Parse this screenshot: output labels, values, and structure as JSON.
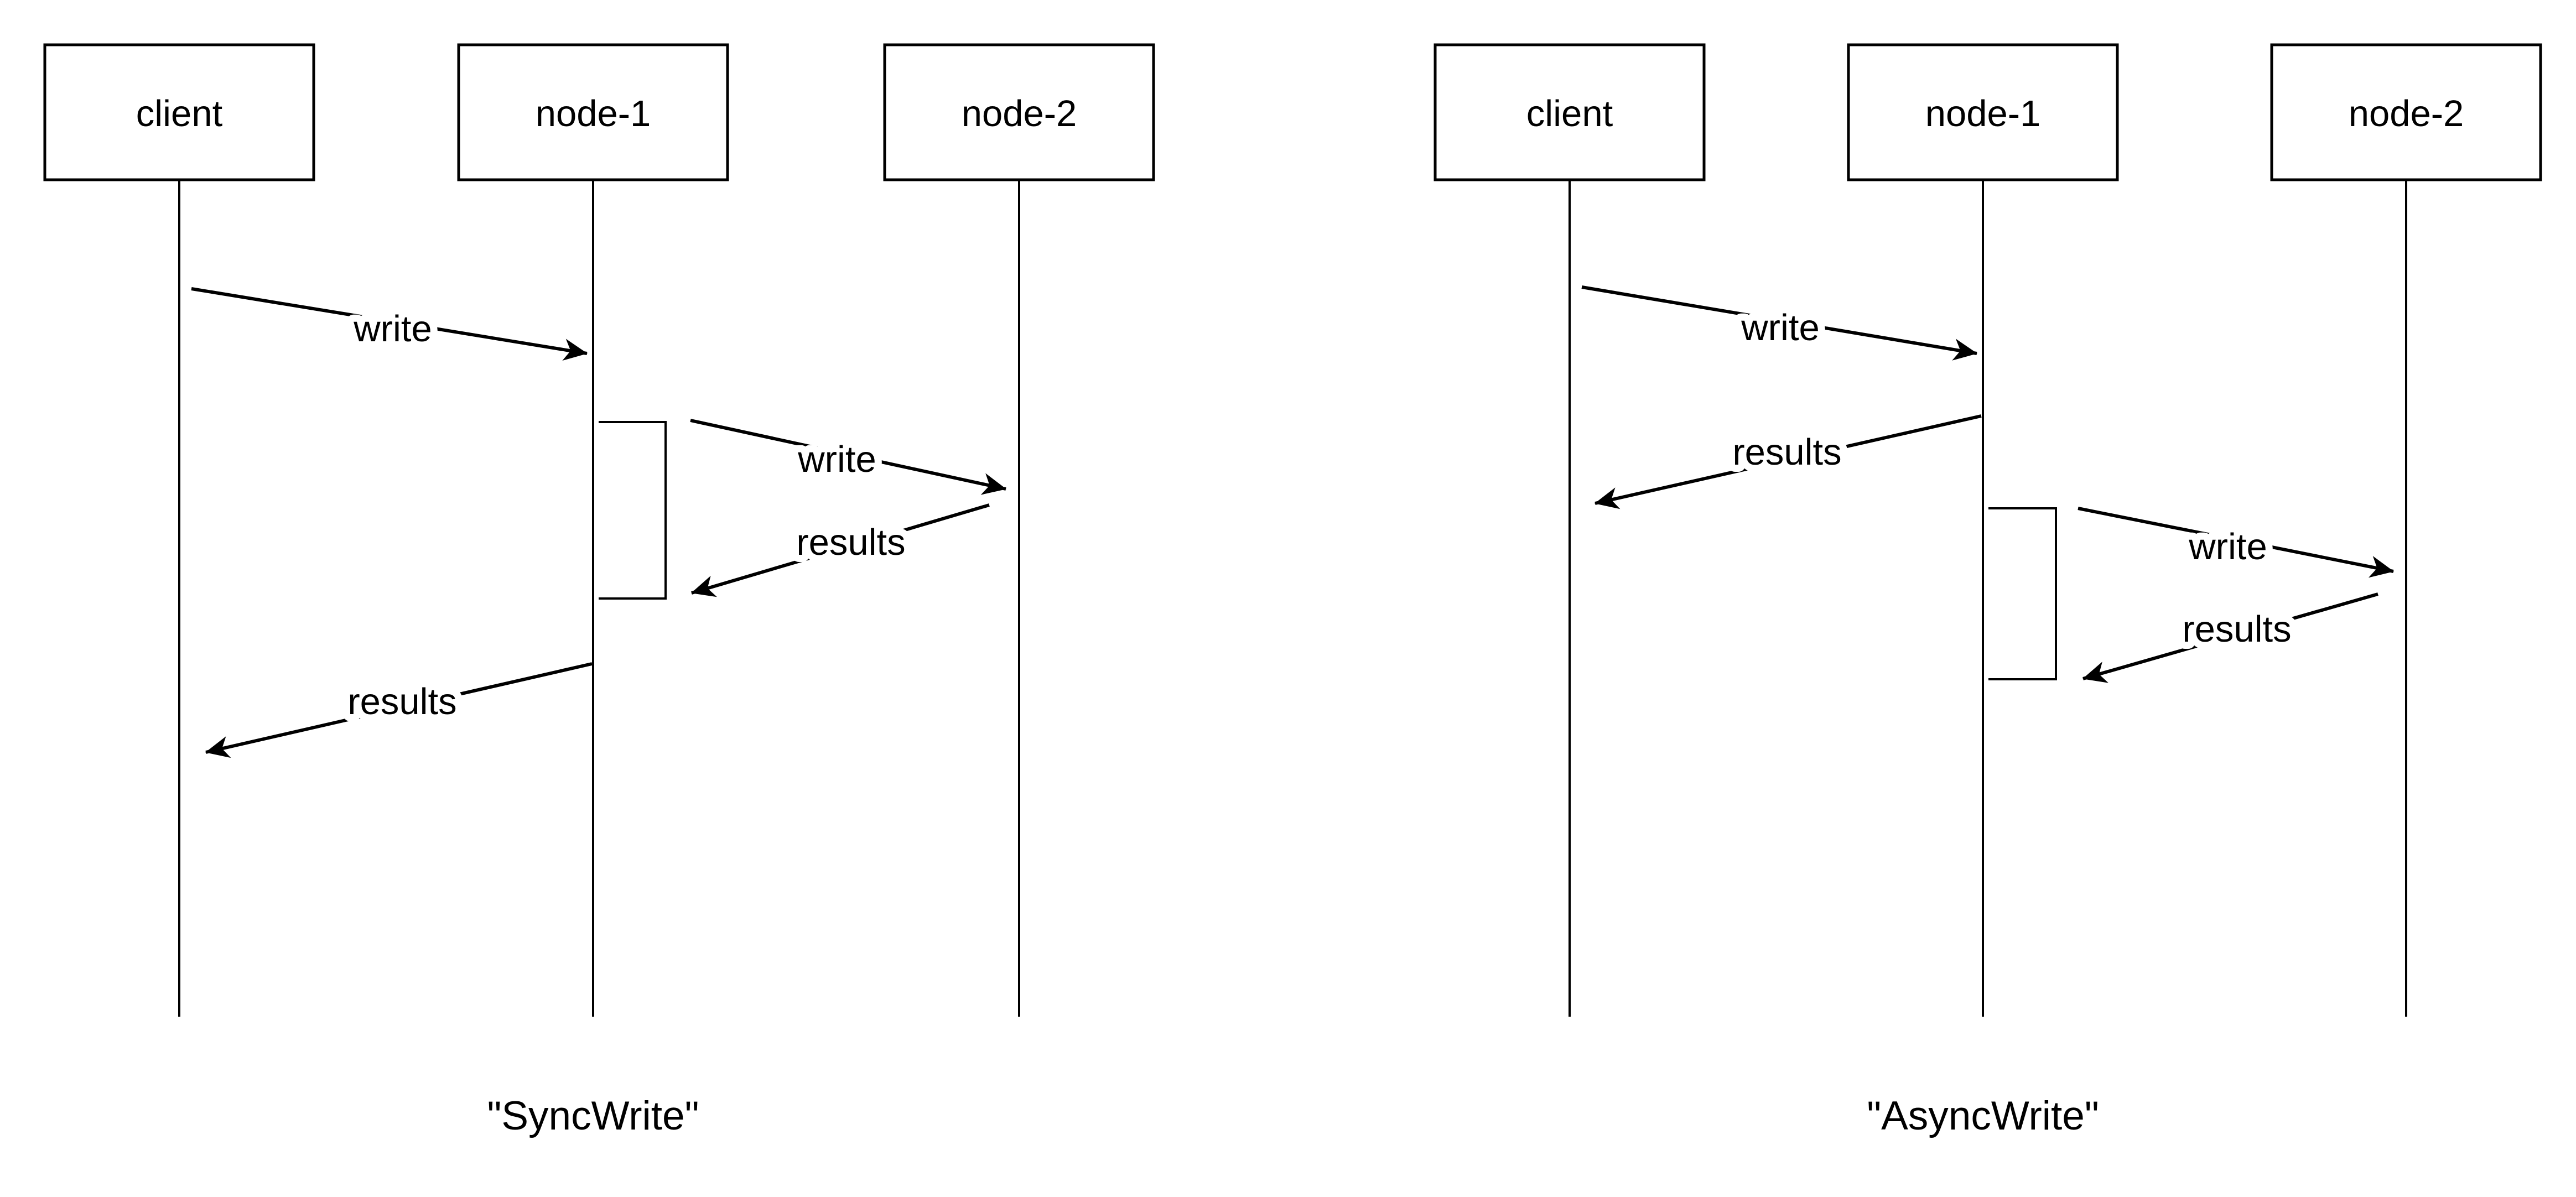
{
  "colors": {
    "background": "#ffffff",
    "ink": "#000000"
  },
  "diagrams": [
    {
      "caption": "\"SyncWrite\"",
      "actors": [
        {
          "name": "client"
        },
        {
          "name": "node-1"
        },
        {
          "name": "node-2"
        }
      ],
      "activations": [
        {
          "actor": "node-1"
        }
      ],
      "messages": [
        {
          "from": "client",
          "to": "node-1",
          "label": "write"
        },
        {
          "from": "node-1",
          "to": "node-2",
          "label": "write"
        },
        {
          "from": "node-2",
          "to": "node-1",
          "label": "results"
        },
        {
          "from": "node-1",
          "to": "client",
          "label": "results"
        }
      ]
    },
    {
      "caption": "\"AsyncWrite\"",
      "actors": [
        {
          "name": "client"
        },
        {
          "name": "node-1"
        },
        {
          "name": "node-2"
        }
      ],
      "activations": [
        {
          "actor": "node-1"
        }
      ],
      "messages": [
        {
          "from": "client",
          "to": "node-1",
          "label": "write"
        },
        {
          "from": "node-1",
          "to": "client",
          "label": "results"
        },
        {
          "from": "node-1",
          "to": "node-2",
          "label": "write"
        },
        {
          "from": "node-2",
          "to": "node-1",
          "label": "results"
        }
      ]
    }
  ]
}
